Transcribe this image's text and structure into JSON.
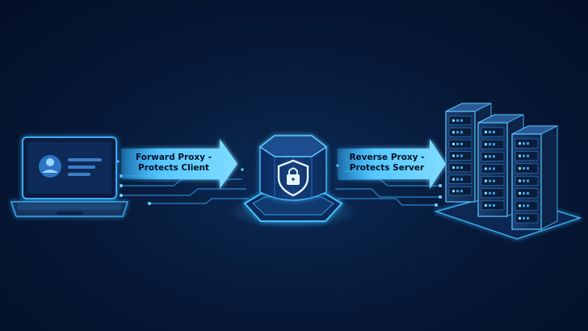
{
  "arrows": {
    "forward": {
      "line1": "Forward Proxy -",
      "line2": "Protects Client"
    },
    "reverse": {
      "line1": "Reverse Proxy -",
      "line2": "Protects Server"
    }
  },
  "icons": {
    "client": "laptop-icon",
    "user": "user-avatar-icon",
    "proxy": "shield-lock-icon",
    "servers": "server-rack-icon"
  },
  "colors": {
    "background": "#071a3a",
    "glow": "#2fb4ff",
    "arrow": "#5cd0ff",
    "label_text": "#041027"
  }
}
